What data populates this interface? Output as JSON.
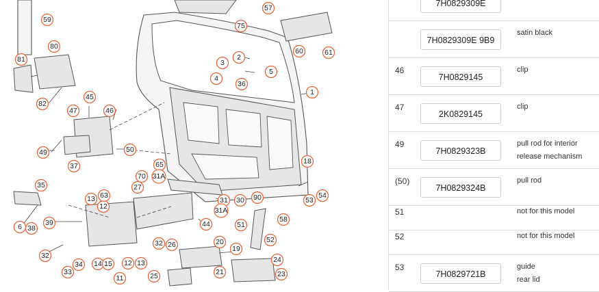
{
  "callouts": [
    {
      "label": "59"
    },
    {
      "label": "81"
    },
    {
      "label": "80"
    },
    {
      "label": "82"
    },
    {
      "label": "45"
    },
    {
      "label": "47"
    },
    {
      "label": "46"
    },
    {
      "label": "49"
    },
    {
      "label": "50"
    },
    {
      "label": "37"
    },
    {
      "label": "35"
    },
    {
      "label": "6"
    },
    {
      "label": "38"
    },
    {
      "label": "39"
    },
    {
      "label": "32"
    },
    {
      "label": "33"
    },
    {
      "label": "34"
    },
    {
      "label": "14"
    },
    {
      "label": "15"
    },
    {
      "label": "12"
    },
    {
      "label": "13"
    },
    {
      "label": "11"
    },
    {
      "label": "12"
    },
    {
      "label": "13"
    },
    {
      "label": "63"
    },
    {
      "label": "70"
    },
    {
      "label": "27"
    },
    {
      "label": "65"
    },
    {
      "label": "31A"
    },
    {
      "label": "31"
    },
    {
      "label": "31A"
    },
    {
      "label": "30"
    },
    {
      "label": "90"
    },
    {
      "label": "44"
    },
    {
      "label": "32"
    },
    {
      "label": "26"
    },
    {
      "label": "25"
    },
    {
      "label": "20"
    },
    {
      "label": "19"
    },
    {
      "label": "21"
    },
    {
      "label": "24"
    },
    {
      "label": "23"
    },
    {
      "label": "51"
    },
    {
      "label": "52"
    },
    {
      "label": "58"
    },
    {
      "label": "53"
    },
    {
      "label": "54"
    },
    {
      "label": "18"
    },
    {
      "label": "1"
    },
    {
      "label": "2"
    },
    {
      "label": "3"
    },
    {
      "label": "4"
    },
    {
      "label": "36"
    },
    {
      "label": "5"
    },
    {
      "label": "57"
    },
    {
      "label": "75"
    },
    {
      "label": "60"
    },
    {
      "label": "61"
    }
  ],
  "parts": [
    {
      "pos": "",
      "part_number": "7H0829309E",
      "description": []
    },
    {
      "pos": "",
      "part_number": "7H0829309E 9B9",
      "description": [
        "satin black"
      ]
    },
    {
      "pos": "46",
      "part_number": "7H0829145",
      "description": [
        "clip"
      ]
    },
    {
      "pos": "47",
      "part_number": "2K0829145",
      "description": [
        "clip"
      ]
    },
    {
      "pos": "49",
      "part_number": "7H0829323B",
      "description": [
        "pull rod for interior",
        "release mechanism"
      ]
    },
    {
      "pos": "(50)",
      "part_number": "7H0829324B",
      "description": [
        "pull rod"
      ]
    },
    {
      "pos": "51",
      "part_number": "",
      "description": [
        "not for this model"
      ]
    },
    {
      "pos": "52",
      "part_number": "",
      "description": [
        "not for this model"
      ]
    },
    {
      "pos": "53",
      "part_number": "7H0829721B",
      "description": [
        "guide",
        "rear lid"
      ]
    }
  ]
}
